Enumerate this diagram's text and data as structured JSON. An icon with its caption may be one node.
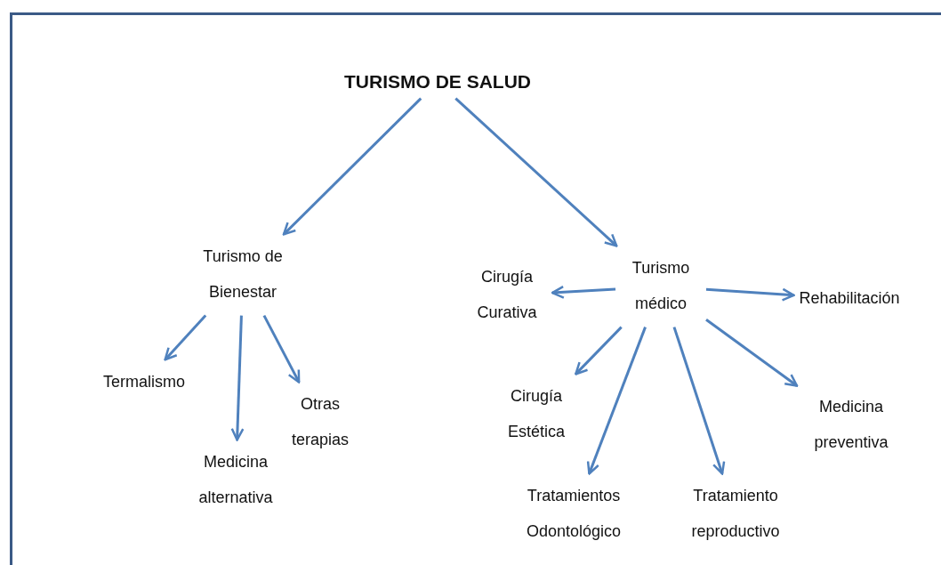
{
  "diagram": {
    "nodes": [
      {
        "text": [
          "TURISMO DE SALUD"
        ]
      },
      {
        "text": [
          "Turismo de Bienestar"
        ]
      },
      {
        "text": [
          "Turismo médico"
        ]
      },
      {
        "text": [
          "Cirugía Curativa"
        ]
      },
      {
        "text": [
          "Rehabilitación"
        ]
      },
      {
        "text": [
          "Termalismo"
        ]
      },
      {
        "text": [
          "Otras terapias"
        ]
      },
      {
        "text": [
          "Medicina alternativa"
        ]
      },
      {
        "text": [
          "Cirugía Estética"
        ]
      },
      {
        "text": [
          "Medicina preventiva"
        ]
      },
      {
        "text": [
          "Tratamientos Odontológico"
        ]
      },
      {
        "text": [
          "Tratamiento reproductivo"
        ]
      }
    ],
    "edges": [
      {
        "from": 0,
        "to": 1,
        "arrow": "to"
      },
      {
        "from": 0,
        "to": 2,
        "arrow": "to"
      },
      {
        "from": 2,
        "to": 3,
        "arrow": "to"
      },
      {
        "from": 2,
        "to": 4,
        "arrow": "to"
      },
      {
        "from": 1,
        "to": 5,
        "arrow": "to"
      },
      {
        "from": 1,
        "to": 6,
        "arrow": "to"
      },
      {
        "from": 1,
        "to": 7,
        "arrow": "to"
      },
      {
        "from": 2,
        "to": 8,
        "arrow": "to"
      },
      {
        "from": 2,
        "to": 9,
        "arrow": "to"
      },
      {
        "from": 2,
        "to": 10,
        "arrow": "to"
      },
      {
        "from": 2,
        "to": 11,
        "arrow": "to"
      }
    ]
  }
}
